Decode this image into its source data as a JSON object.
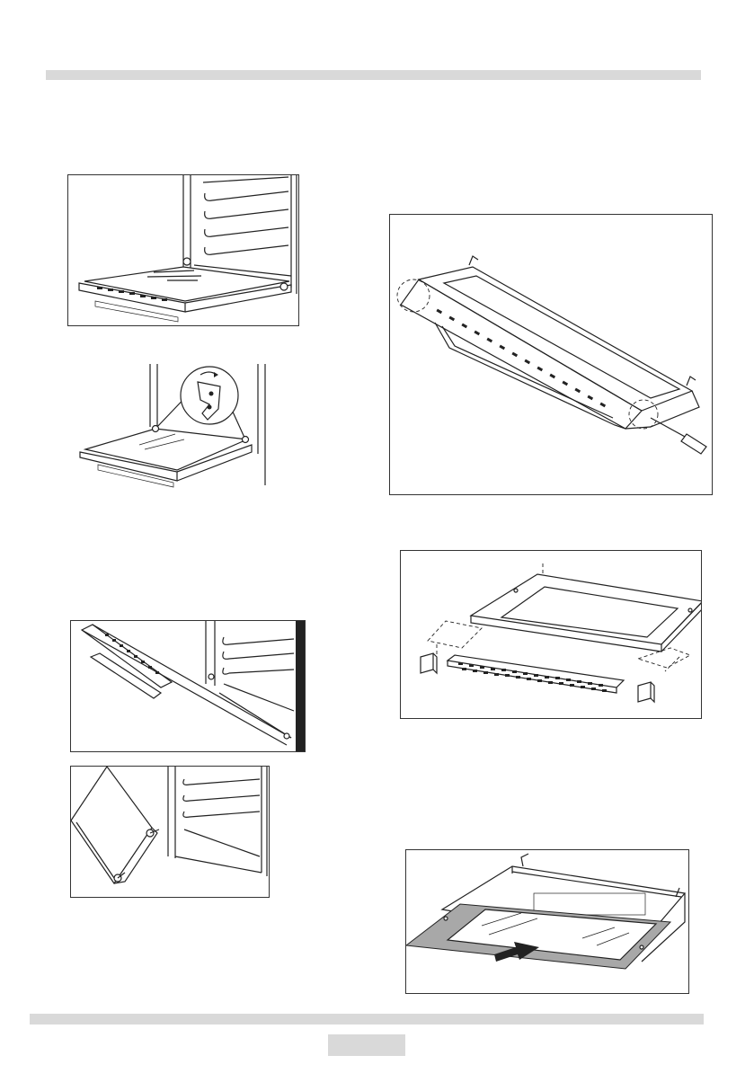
{
  "page": {
    "header_bar": "",
    "footer_bar": "",
    "page_number": ""
  },
  "figures": [
    {
      "id": "oven-door-open-hinges",
      "icon": "oven-open-door-illustration"
    },
    {
      "id": "hinge-lock-detail",
      "icon": "hinge-clip-detail-illustration"
    },
    {
      "id": "door-tilted-removal",
      "icon": "door-tilt-illustration"
    },
    {
      "id": "door-lifted-off",
      "icon": "door-lift-off-illustration"
    },
    {
      "id": "door-profile-screwdriver",
      "icon": "screwdriver-door-illustration"
    },
    {
      "id": "door-profile-exploded",
      "icon": "exploded-door-parts-illustration"
    },
    {
      "id": "inner-glass-removal",
      "icon": "glass-panel-removal-illustration"
    }
  ]
}
